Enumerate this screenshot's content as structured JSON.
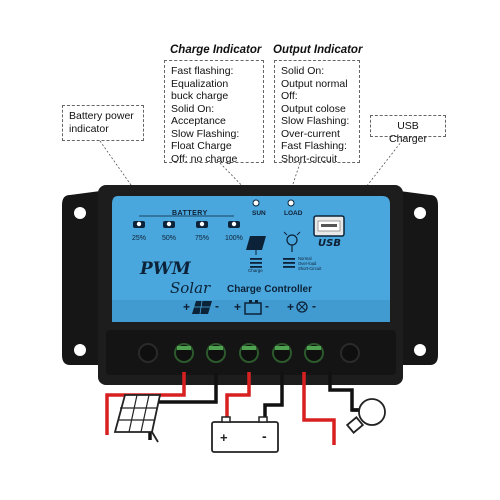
{
  "battery_callout": {
    "lines": [
      "Battery power",
      "indicator"
    ]
  },
  "charge_indicator": {
    "title": "Charge Indicator",
    "lines": [
      "Fast flashing:",
      "Equalization",
      "buck charge",
      "Solid On:",
      "Acceptance",
      "Slow Flashing:",
      "Float Charge",
      "Off: no charge"
    ]
  },
  "output_indicator": {
    "title": "Output Indicator",
    "lines": [
      "Solid On:",
      "Output normal",
      "Off:",
      "Output colose",
      "Slow Flashing:",
      "Over-current",
      "Fast Flashing:",
      "Short-circuit"
    ]
  },
  "usb_callout": {
    "label": "USB Charger"
  },
  "panel": {
    "battery_label": "BATTERY",
    "battery_levels": [
      "25%",
      "50%",
      "75%",
      "100%"
    ],
    "sun_label": "SUN",
    "load_label": "LOAD",
    "charge_label": "Charge",
    "normal_lines": [
      "Normal",
      "Over-load",
      "Short-Circuit"
    ],
    "usb_label": "USB",
    "brand": "PWM",
    "solar_word": "Solar",
    "product_name": "Charge Controller",
    "plus": "+",
    "minus": "-"
  },
  "colors": {
    "panel_blue": "#4aa7dd",
    "body_black": "#1c1c1c",
    "wire_red": "#d92020",
    "wire_black": "#111111"
  },
  "icons": [
    "solar-panel-icon",
    "battery-icon",
    "lamp-icon",
    "usb-port-icon",
    "led-icon"
  ]
}
